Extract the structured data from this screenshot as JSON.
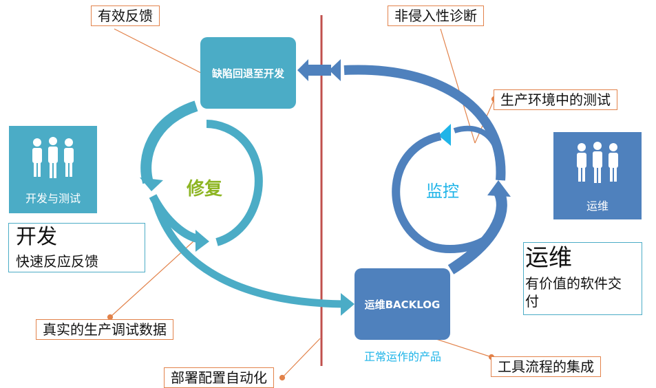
{
  "callouts": {
    "top_left": "有效反馈",
    "top_right": "非侵入性诊断",
    "right_mid": "生产环境中的测试",
    "bottom_left": "真实的生产调试数据",
    "bottom_mid": "部署配置自动化",
    "bottom_right": "工具流程的集成"
  },
  "boxes": {
    "regression": "缺陷回退至开发",
    "backlog": "运维BACKLOG",
    "backlog_caption": "正常运作的产品"
  },
  "cycles": {
    "left_label": "修复",
    "right_label": "监控"
  },
  "teams": {
    "dev_label": "开发与测试",
    "ops_label": "运维"
  },
  "info": {
    "dev_title": "开发",
    "dev_text": "快速反应反馈",
    "ops_title": "运维",
    "ops_text_line1": "有价值的软件交",
    "ops_text_line2": "付"
  },
  "colors": {
    "teal": "#4bacc6",
    "blue": "#4f81bd",
    "red_divider": "#c0504d",
    "orange_line": "#e2824a",
    "green_text": "#8db523",
    "cyan_text": "#1fb4e8"
  }
}
